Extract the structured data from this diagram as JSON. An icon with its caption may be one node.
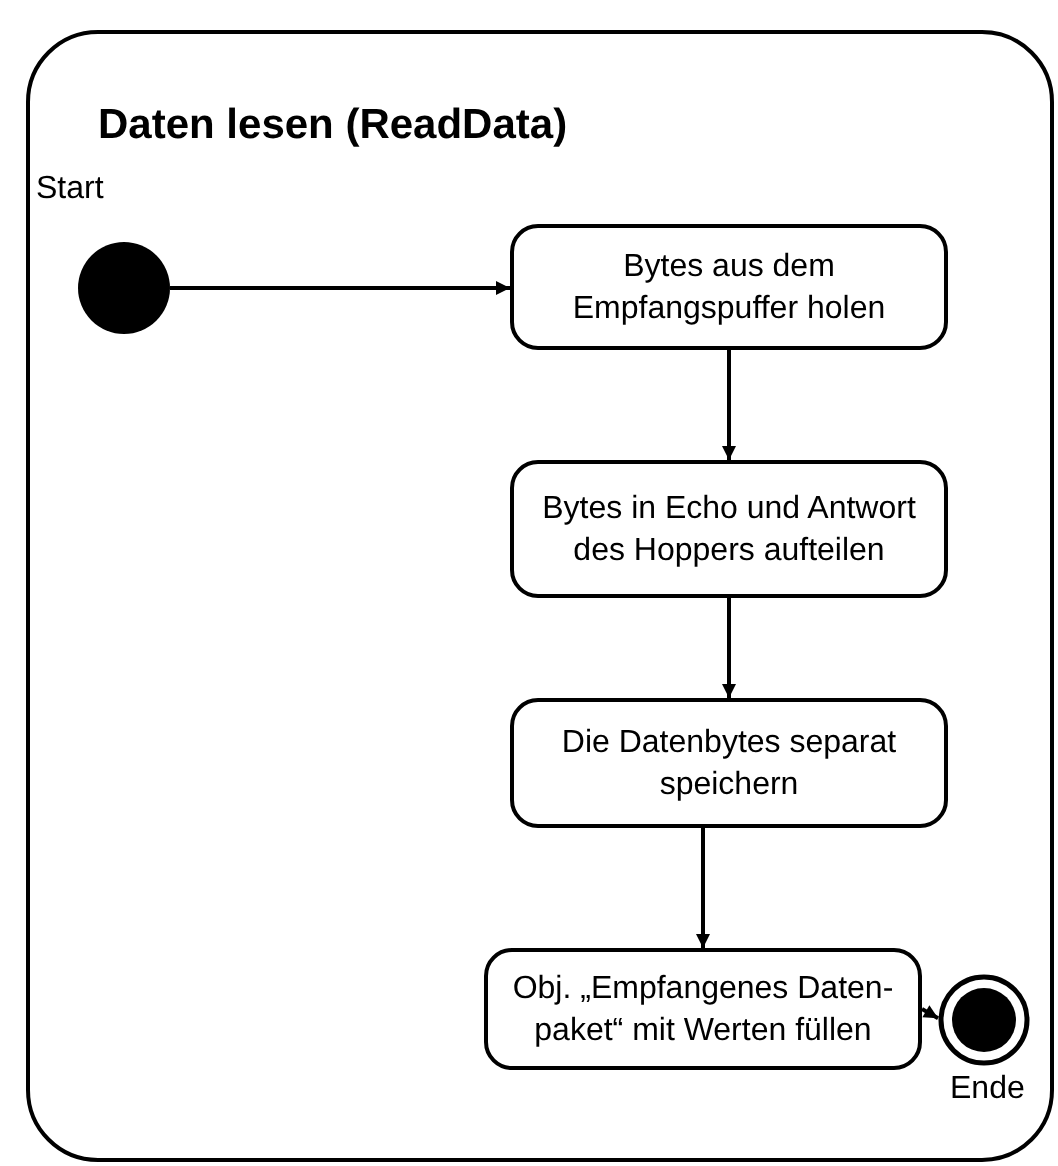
{
  "diagram": {
    "nodes": [
      {
        "text": [
          "Daten lesen (ReadData)"
        ]
      },
      {
        "text": [],
        "shape": "circle",
        "in": 0,
        "beside": [
          "Start"
        ]
      },
      {
        "text": [
          "Bytes aus dem Empfangspuffer holen"
        ],
        "in": 0
      },
      {
        "text": [
          "Bytes in Echo und Antwort des Hoppers aufteilen"
        ],
        "in": 0
      },
      {
        "text": [
          "Die Datenbytes separat speichern"
        ],
        "in": 0
      },
      {
        "text": [
          "Obj. „Empfangenes Daten- paket“ mit Werten füllen"
        ],
        "in": 0
      },
      {
        "text": [],
        "shape": "circle",
        "in": 0,
        "beside": [
          "Ende"
        ]
      }
    ],
    "edges": [
      {
        "from": 1,
        "to": 2,
        "arrow": "to"
      },
      {
        "from": 2,
        "to": 3,
        "arrow": "to"
      },
      {
        "from": 3,
        "to": 4,
        "arrow": "to"
      },
      {
        "from": 4,
        "to": 5,
        "arrow": "to"
      },
      {
        "from": 5,
        "to": 6,
        "arrow": "to"
      }
    ]
  }
}
